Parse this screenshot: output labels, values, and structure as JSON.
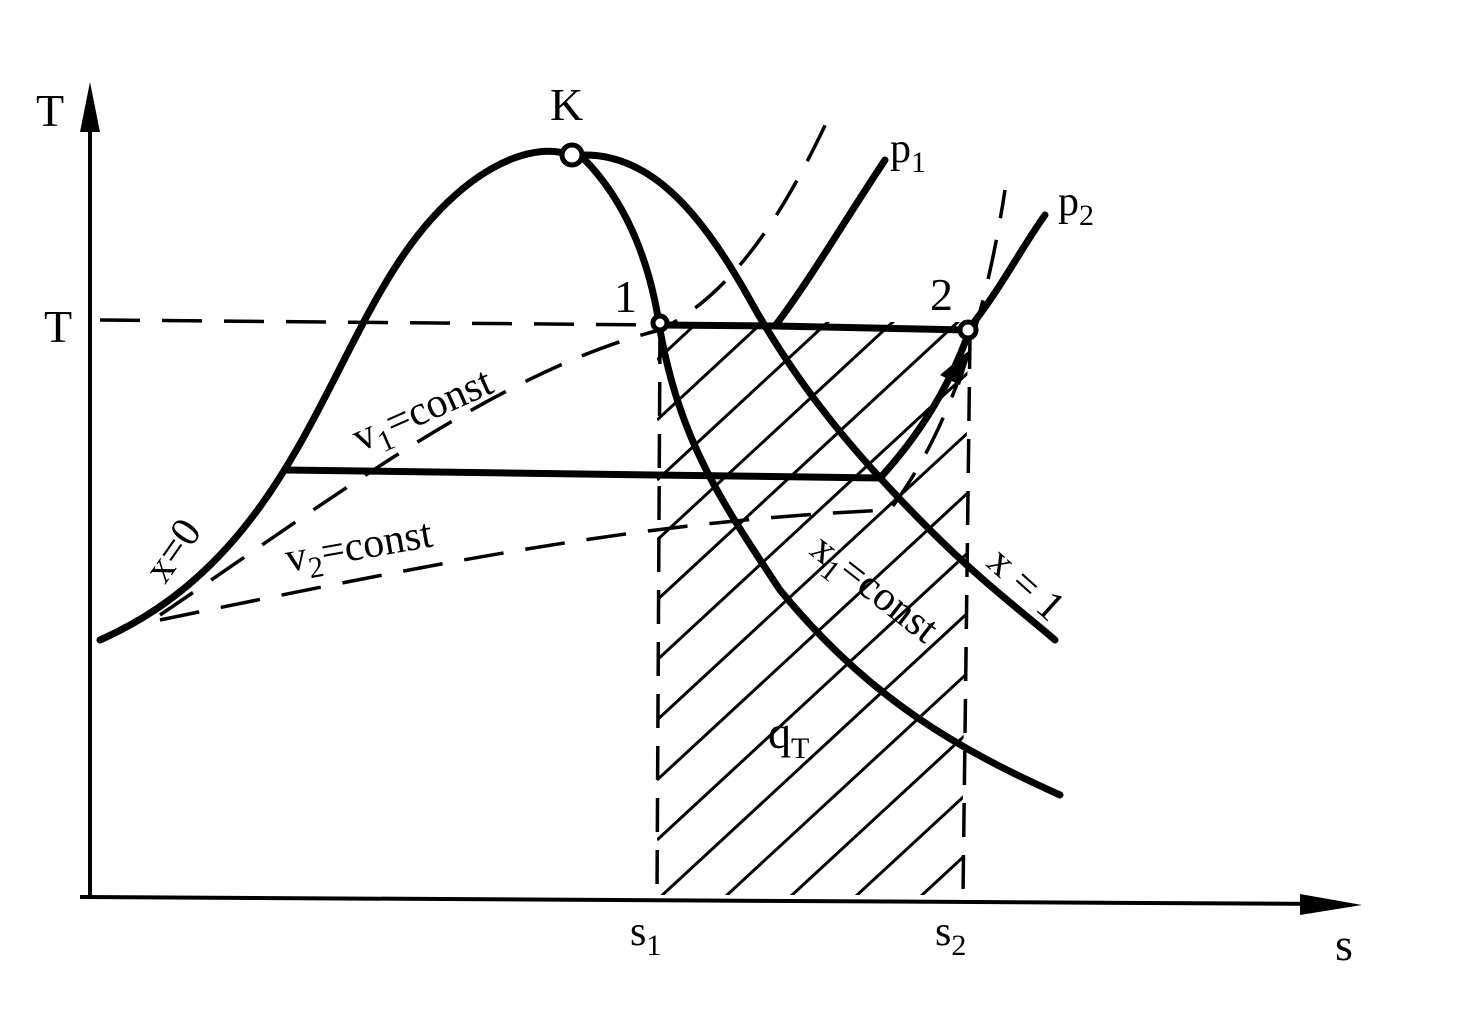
{
  "axes": {
    "y_label": "T",
    "x_label": "s",
    "t_tick": "T",
    "s1_main": "s",
    "s1_sub": "1",
    "s2_main": "s",
    "s2_sub": "2"
  },
  "points": {
    "critical": "K",
    "state1": "1",
    "state2": "2"
  },
  "isobars": {
    "p1_main": "p",
    "p1_sub": "1",
    "p2_main": "p",
    "p2_sub": "2"
  },
  "curves": {
    "x0": "x=0",
    "x1": "x = 1",
    "v1_main": "v",
    "v1_sub": "1",
    "v1_rest": "=const",
    "v2_main": "v",
    "v2_sub": "2",
    "v2_rest": "=const",
    "xconst_main": "x",
    "xconst_sub": "1",
    "xconst_rest": "=const"
  },
  "area": {
    "heat_main": "q",
    "heat_sub": "T"
  }
}
